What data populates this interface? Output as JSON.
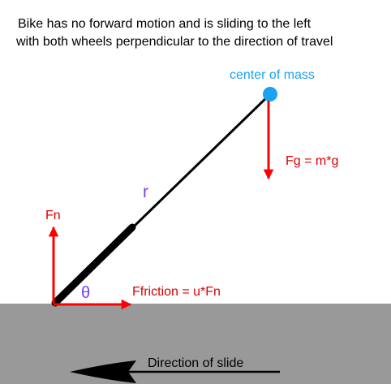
{
  "caption": {
    "line1": "Bike has no forward motion and is sliding to the left",
    "line2": "with both wheels perpendicular to the direction of travel"
  },
  "labels": {
    "center_of_mass": "center of mass",
    "gravity_force": "Fg = m*g",
    "radius": "r",
    "normal_force": "Fn",
    "angle": "θ",
    "friction_force": "Ffriction = u*Fn",
    "slide_direction": "Direction of slide"
  },
  "colors": {
    "force_arrow": "#ff0000",
    "force_label": "#dd0000",
    "center_of_mass": "#1aa3f0",
    "geometry_label": "#7a3ff0",
    "ground": "#999999",
    "bike": "#000000"
  }
}
